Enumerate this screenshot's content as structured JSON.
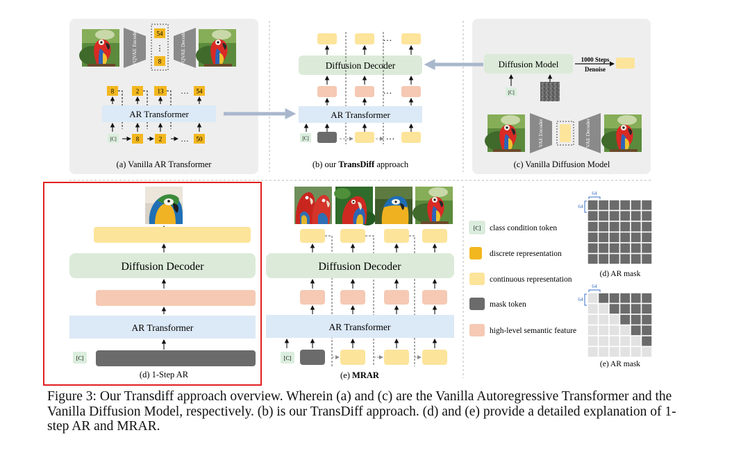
{
  "panels": {
    "a": {
      "title": "(a) Vanilla AR Transformer",
      "encoder": "VQVAE Encoder",
      "decoder": "VQVAE Decoder",
      "codes": [
        "54",
        "⋮",
        "8"
      ],
      "top_tokens": [
        "8",
        "2",
        "13",
        "…",
        "54"
      ],
      "bottom_tokens": [
        "[C]",
        "8",
        "2",
        "…",
        "50"
      ],
      "transformer": "AR Transformer"
    },
    "b": {
      "title_prefix": "(b) our ",
      "title_bold": "TransDiff",
      "title_suffix": " approach",
      "decoder": "Diffusion Decoder",
      "transformer": "AR Transformer",
      "cond": "[C]",
      "ellipsis": "…"
    },
    "c": {
      "title": "(c) Vanilla Diffusion Model",
      "model": "Diffusion Model",
      "steps": "1000 Steps",
      "denoise": "Denoise",
      "cond": "[C]",
      "encoder": "VAE Encoder",
      "decoder": "VAE Decoder"
    },
    "d": {
      "title": "(d) 1-Step AR",
      "decoder": "Diffusion Decoder",
      "transformer": "AR Transformer",
      "cond": "[C]"
    },
    "e": {
      "title_prefix": "(e) ",
      "title_bold": "MRAR",
      "decoder": "Diffusion Decoder",
      "transformer": "AR Transformer",
      "cond": "[C]"
    }
  },
  "legend": [
    {
      "label": "class condition token",
      "symbol": "[C]",
      "color": "#dbeedd"
    },
    {
      "label": "discrete representation",
      "color": "#f2b71f"
    },
    {
      "label": "continuous representation",
      "color": "#fde49b"
    },
    {
      "label": "mask token",
      "color": "#6b6b6b"
    },
    {
      "label": "high-level semantic feature",
      "color": "#f5c9b4"
    }
  ],
  "masks": {
    "d_label": "(d) AR mask",
    "e_label": "(e) AR mask",
    "size_label": "64"
  },
  "caption": "Figure 3: Our Transdiff approach overview. Wherein (a) and (c) are the Vanilla Autoregressive Transformer and the Vanilla Diffusion Model, respectively. (b) is our TransDiff approach. (d) and (e) provide a detailed explanation of 1-step AR and MRAR.",
  "colors": {
    "panel_bg": "#eeeeee",
    "ar_blue": "#dce9f6",
    "decoder_green": "#dcebd9",
    "continuous_yellow": "#fde49b",
    "discrete_orange": "#f2b71f",
    "semantic_peach": "#f5c9b4",
    "mask_gray": "#6b6b6b",
    "highlight_red": "#e02020",
    "flow_arrow": "#a9b7cd"
  }
}
